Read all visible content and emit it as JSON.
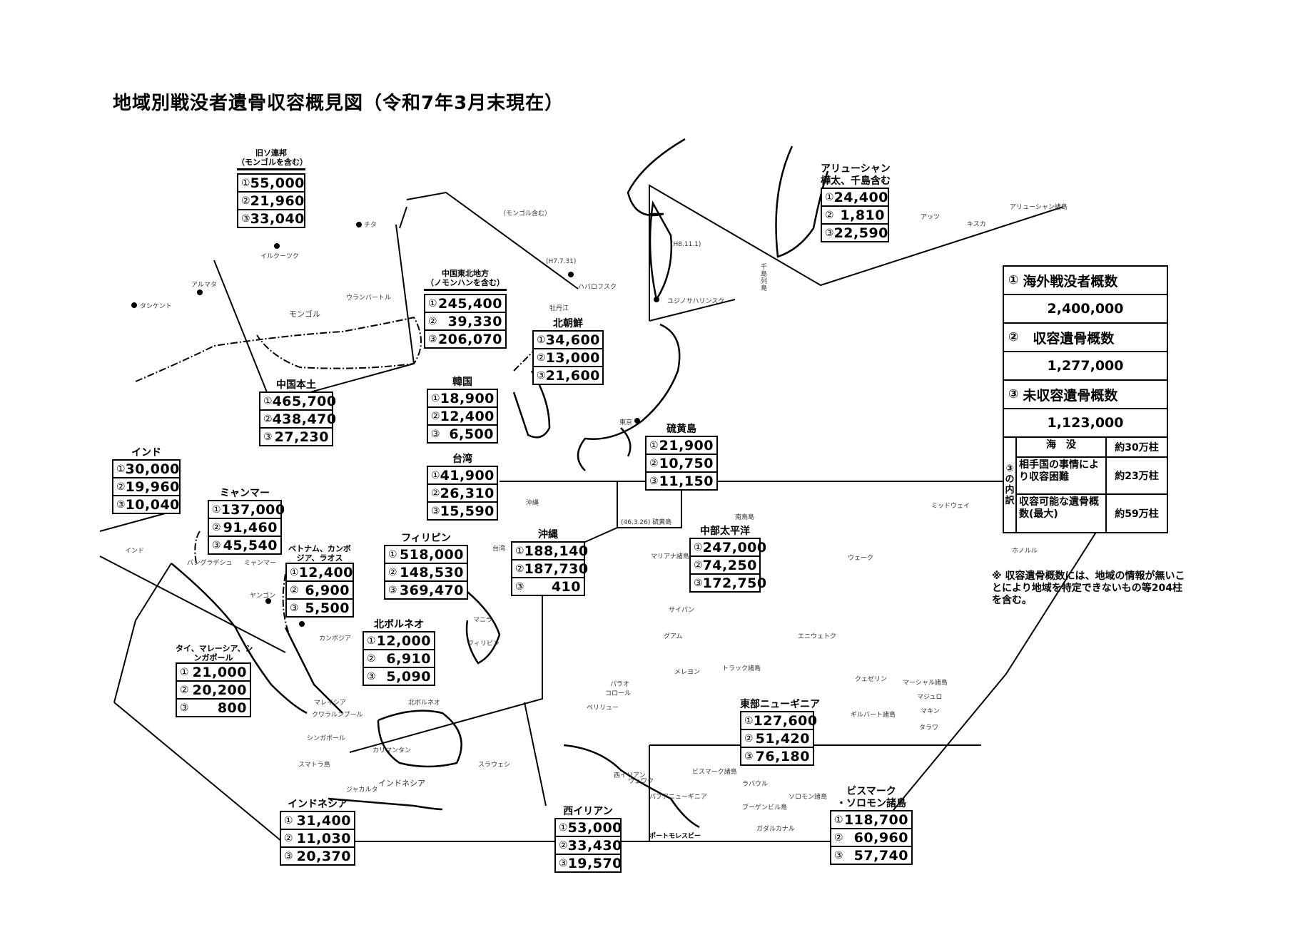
{
  "title": "地域別戦没者遺骨収容概見図（令和7年3月末現在）",
  "legend_markers": {
    "m1": "①",
    "m2": "②",
    "m3": "③"
  },
  "regions": [
    {
      "id": "former-ussr",
      "name": "旧ソ連邦",
      "subname": "（モンゴルを含む）",
      "values": [
        "55,000",
        "21,960",
        "33,040"
      ]
    },
    {
      "id": "ne-china",
      "name": "中国東北地方",
      "subname": "（ノモンハンを含む）",
      "values": [
        "245,400",
        "39,330",
        "206,070"
      ]
    },
    {
      "id": "north-korea",
      "name": "北朝鮮",
      "values": [
        "34,600",
        "13,000",
        "21,600"
      ]
    },
    {
      "id": "aleutian",
      "name": "アリューシャン",
      "subname": "樺太、千島含む",
      "values": [
        "24,400",
        "1,810",
        "22,590"
      ]
    },
    {
      "id": "china-mainland",
      "name": "中国本土",
      "values": [
        "465,700",
        "438,470",
        "27,230"
      ]
    },
    {
      "id": "korea",
      "name": "韓国",
      "values": [
        "18,900",
        "12,400",
        "6,500"
      ]
    },
    {
      "id": "taiwan",
      "name": "台湾",
      "values": [
        "41,900",
        "26,310",
        "15,590"
      ]
    },
    {
      "id": "iwo-jima",
      "name": "硫黄島",
      "values": [
        "21,900",
        "10,750",
        "11,150"
      ]
    },
    {
      "id": "india",
      "name": "インド",
      "values": [
        "30,000",
        "19,960",
        "10,040"
      ]
    },
    {
      "id": "myanmar",
      "name": "ミャンマー",
      "values": [
        "137,000",
        "91,460",
        "45,540"
      ]
    },
    {
      "id": "vietnam-cambodia-laos",
      "name": "ベトナム、カンボ",
      "subname": "ジア、ラオス",
      "values": [
        "12,400",
        "6,900",
        "5,500"
      ]
    },
    {
      "id": "philippines",
      "name": "フィリピン",
      "values": [
        "518,000",
        "148,530",
        "369,470"
      ]
    },
    {
      "id": "okinawa",
      "name": "沖縄",
      "values": [
        "188,140",
        "187,730",
        "410"
      ]
    },
    {
      "id": "central-pacific",
      "name": "中部太平洋",
      "values": [
        "247,000",
        "74,250",
        "172,750"
      ]
    },
    {
      "id": "north-borneo",
      "name": "北ボルネオ",
      "values": [
        "12,000",
        "6,910",
        "5,090"
      ]
    },
    {
      "id": "thai-malaysia-singapore",
      "name": "タイ、マレーシア、シ",
      "subname": "ンガポール",
      "values": [
        "21,000",
        "20,200",
        "800"
      ]
    },
    {
      "id": "east-new-guinea",
      "name": "東部ニューギニア",
      "values": [
        "127,600",
        "51,420",
        "76,180"
      ]
    },
    {
      "id": "indonesia",
      "name": "インドネシア",
      "values": [
        "31,400",
        "11,030",
        "20,370"
      ]
    },
    {
      "id": "west-irian",
      "name": "西イリアン",
      "values": [
        "53,000",
        "33,430",
        "19,570"
      ]
    },
    {
      "id": "bismarck-solomon",
      "name": "ビスマーク",
      "subname": "・ソロモン諸島",
      "values": [
        "118,700",
        "60,960",
        "57,740"
      ]
    }
  ],
  "summary": {
    "total_dead_label": "海外戦没者概数",
    "total_dead_value": "2,400,000",
    "recovered_label": "収容遺骨概数",
    "recovered_value": "1,277,000",
    "unrecovered_label": "未収容遺骨概数",
    "unrecovered_value": "1,123,000",
    "breakdown_side": [
      "③",
      "の",
      "内",
      "訳"
    ],
    "breakdown": [
      {
        "label": "海　没",
        "value": "約30万柱"
      },
      {
        "label": "相手国の事情により収容困難",
        "value": "約23万柱"
      },
      {
        "label": "収容可能な遺骨概数(最大)",
        "value": "約59万柱"
      }
    ]
  },
  "note": "※ 収容遺骨概数には、地域の情報が無いことにより地域を特定できないもの等204柱を含む。",
  "map_labels": [
    {
      "id": "chita",
      "text": "チタ"
    },
    {
      "id": "irkutsk",
      "text": "イルクーツク"
    },
    {
      "id": "almaty",
      "text": "アルマタ"
    },
    {
      "id": "tashkent",
      "text": "タシケント"
    },
    {
      "id": "ulaanbaatar",
      "text": "ウランバートル"
    },
    {
      "id": "mongolia",
      "text": "モンゴル"
    },
    {
      "id": "incl-mongolia",
      "text": "（モンゴル含む）"
    },
    {
      "id": "date-h7",
      "text": "(H7.7.31)"
    },
    {
      "id": "date-h8",
      "text": "(H8.11.1)"
    },
    {
      "id": "khabarovsk",
      "text": "ハバロフスク"
    },
    {
      "id": "mudanjiang",
      "text": "牡丹江"
    },
    {
      "id": "yuzhno",
      "text": "ユジノサハリンスク"
    },
    {
      "id": "kuril",
      "text": "千島列島"
    },
    {
      "id": "attu",
      "text": "アッツ"
    },
    {
      "id": "kiska",
      "text": "キスカ"
    },
    {
      "id": "aleutian-islands",
      "text": "アリューシャン諸島"
    },
    {
      "id": "tokyo",
      "text": "東京"
    },
    {
      "id": "okinawa-map",
      "text": "沖縄"
    },
    {
      "id": "taiwan-map",
      "text": "台湾"
    },
    {
      "id": "iwo-map",
      "text": "(46.3.26) 硫黄島"
    },
    {
      "id": "minamitori",
      "text": "南鳥島"
    },
    {
      "id": "midway",
      "text": "ミッドウェイ"
    },
    {
      "id": "honolulu",
      "text": "ホノルル"
    },
    {
      "id": "wake",
      "text": "ウェーク"
    },
    {
      "id": "mariana",
      "text": "マリアナ諸島"
    },
    {
      "id": "saipan",
      "text": "サイパン"
    },
    {
      "id": "guam",
      "text": "グアム"
    },
    {
      "id": "india-map",
      "text": "インド"
    },
    {
      "id": "bangladesh",
      "text": "バングラデシュ"
    },
    {
      "id": "myanmar-map",
      "text": "ミャンマー"
    },
    {
      "id": "yangon",
      "text": "ヤンゴン"
    },
    {
      "id": "cambodia",
      "text": "カンボジア"
    },
    {
      "id": "manila",
      "text": "マニラ"
    },
    {
      "id": "philippines-map",
      "text": "フィリピン"
    },
    {
      "id": "malaysia",
      "text": "マレイシア"
    },
    {
      "id": "kl",
      "text": "クワラルンプール"
    },
    {
      "id": "singapore",
      "text": "シンガポール"
    },
    {
      "id": "n-borneo-map",
      "text": "北ボルネオ"
    },
    {
      "id": "kalimantan",
      "text": "カリマンタン"
    },
    {
      "id": "sumatra",
      "text": "スマトラ島"
    },
    {
      "id": "jakarta",
      "text": "ジャカルタ"
    },
    {
      "id": "indonesia-map",
      "text": "インドネシア"
    },
    {
      "id": "sulawesi",
      "text": "スラウェシ"
    },
    {
      "id": "west-irian-map",
      "text": "西イリアン"
    },
    {
      "id": "palau",
      "text": "パラオ"
    },
    {
      "id": "koror",
      "text": "コロール"
    },
    {
      "id": "peleliu",
      "text": "ペリリュー"
    },
    {
      "id": "melekeok",
      "text": "メレヨン"
    },
    {
      "id": "truk",
      "text": "トラック諸島"
    },
    {
      "id": "eniwetok",
      "text": "エニウェトク"
    },
    {
      "id": "kwajalein",
      "text": "クェゼリン"
    },
    {
      "id": "marshall",
      "text": "マーシャル諸島"
    },
    {
      "id": "majuro",
      "text": "マジュロ"
    },
    {
      "id": "makin",
      "text": "マキン"
    },
    {
      "id": "tarawa",
      "text": "タラワ"
    },
    {
      "id": "gilbert",
      "text": "ギルバート諸島"
    },
    {
      "id": "bismarck",
      "text": "ビスマーク諸島"
    },
    {
      "id": "rabaul",
      "text": "ラバウル"
    },
    {
      "id": "solomon",
      "text": "ソロモン諸島"
    },
    {
      "id": "bougainville",
      "text": "ブーゲンビル島"
    },
    {
      "id": "guadalcanal",
      "text": "ガダルカナル"
    },
    {
      "id": "papua",
      "text": "パプアニューギニア"
    },
    {
      "id": "port-moresby",
      "text": "ポートモレスビー"
    },
    {
      "id": "wewak",
      "text": "ウェワク"
    }
  ]
}
